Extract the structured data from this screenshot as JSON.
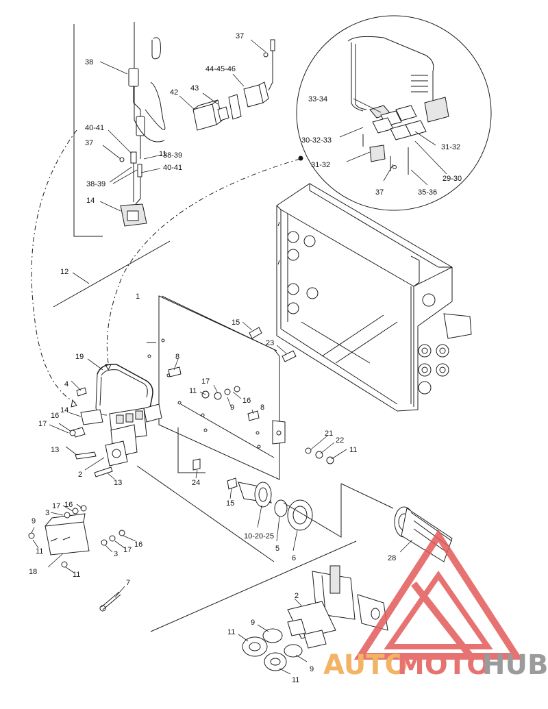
{
  "callouts": {
    "c1": "1",
    "c2a": "2",
    "c2b": "2",
    "c3a": "3",
    "c3b": "3",
    "c4": "4",
    "c5": "5",
    "c6": "6",
    "c7": "7",
    "c8a": "8",
    "c8b": "8",
    "c9a": "9",
    "c9b": "9",
    "c9c": "9",
    "c9d": "9",
    "c10": "10-20-25",
    "c11a": "11",
    "c11b": "11",
    "c11c": "11",
    "c11d": "11",
    "c11e": "11",
    "c11f": "11",
    "c11g": "11",
    "c12": "12",
    "c13a": "13",
    "c13b": "13",
    "c14a": "14",
    "c14b": "14",
    "c15a": "15",
    "c15b": "15",
    "c16a": "16",
    "c16b": "16",
    "c16c": "16",
    "c16d": "16",
    "c17a": "17",
    "c17b": "17",
    "c17c": "17",
    "c17d": "17",
    "c18": "18",
    "c19": "19",
    "c21": "21",
    "c22": "22",
    "c23": "23",
    "c24": "24",
    "c28": "28",
    "c2930": "29-30",
    "c303233": "30-32-33",
    "c3132a": "31-32",
    "c3132b": "31-32",
    "c3334": "33-34",
    "c3536": "35-36",
    "c37a": "37",
    "c37b": "37",
    "c37c": "37",
    "c38": "38",
    "c3839a": "38-39",
    "c3839b": "38-39",
    "c4041a": "40-41",
    "c4041b": "40-41",
    "c42": "42",
    "c43": "43",
    "c444546": "44-45-46"
  },
  "watermark": {
    "text_auto": "AUTO",
    "text_moto": "MOTO",
    "text_hub": "HUB",
    "color_orange": "#f2a64a",
    "color_red": "#e35a5a",
    "color_gray": "#8a8a8a"
  }
}
